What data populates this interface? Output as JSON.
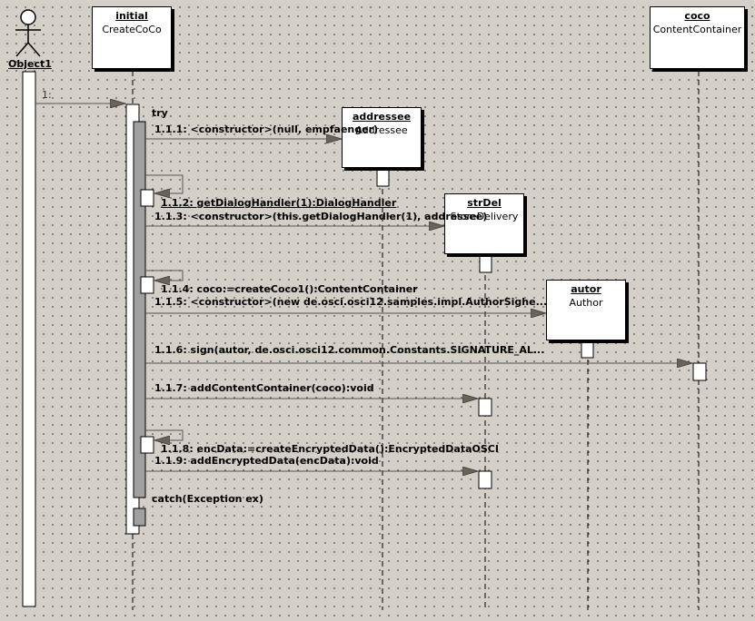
{
  "actor": {
    "name": "Object1"
  },
  "objects": [
    {
      "id": "createcoco",
      "name": "initial",
      "type": "CreateCoCo"
    },
    {
      "id": "addressee",
      "name": "addressee",
      "type": "Addressee"
    },
    {
      "id": "strdel",
      "name": "strDel",
      "type": "StoreDelivery"
    },
    {
      "id": "autor",
      "name": "autor",
      "type": "Author"
    },
    {
      "id": "coco",
      "name": "coco",
      "type": "ContentContainer"
    }
  ],
  "fragments": {
    "try": "try",
    "catch": "catch(Exception ex)"
  },
  "messages": [
    {
      "id": "m1",
      "label": "1:"
    },
    {
      "id": "m111",
      "label": "1.1.1: <constructor>(null, empfaenger)"
    },
    {
      "id": "m112",
      "label": "1.1.2: getDialogHandler(1):DialogHandler"
    },
    {
      "id": "m113",
      "label": "1.1.3: <constructor>(this.getDialogHandler(1), addressee)"
    },
    {
      "id": "m114",
      "label": "1.1.4: coco:=createCoco1():ContentContainer"
    },
    {
      "id": "m115",
      "label": "1.1.5: <constructor>(new de.osci.osci12.samples.impl.AuthorSighe..."
    },
    {
      "id": "m116",
      "label": "1.1.6: sign(autor, de.osci.osci12.common.Constants.SIGNATURE_AL..."
    },
    {
      "id": "m117",
      "label": "1.1.7: addContentContainer(coco):void"
    },
    {
      "id": "m118",
      "label": "1.1.8: encData:=createEncryptedData():EncryptedDataOSCI"
    },
    {
      "id": "m119",
      "label": "1.1.9: addEncryptedData(encData):void"
    }
  ]
}
